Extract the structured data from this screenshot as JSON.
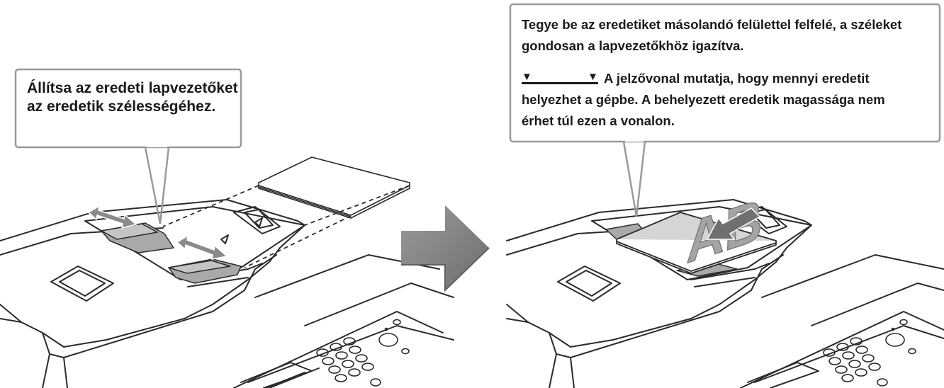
{
  "left_panel": {
    "callout_text": "Állítsa az eredeti lapvezetőket az eredetik szélességéhez."
  },
  "right_panel": {
    "callout_text_1": "Tegye be az eredetiket másolandó felülettel felfelé, a széleket gondosan a lapvezetőkhöz igazítva.",
    "callout_text_2": "A jelzővonal mutatja, hogy mennyi eredetit helyezhet a gépbe. A behelyezett eredetik magassága nem érhet túl ezen a vonalon.",
    "indicator_symbol": "▼"
  },
  "document_letters": "AB",
  "colors": {
    "callout_border": "#9a9a9a",
    "line_art": "#2b2b2b",
    "guide_fill": "#a9a9a9",
    "arrow_fill": "#8a8a8a",
    "document_fill": "#d5d5d5"
  }
}
